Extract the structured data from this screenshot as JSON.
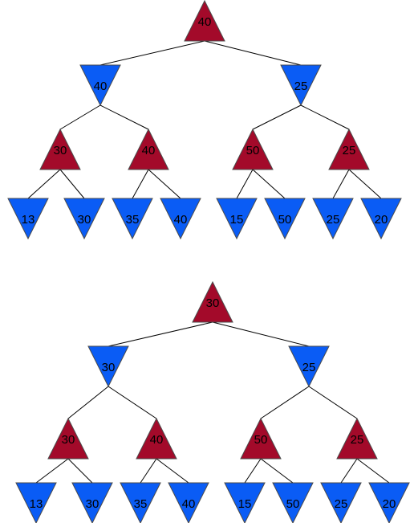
{
  "colors": {
    "max_node": "#a30a2a",
    "min_node": "#0a5cf5",
    "edge": "#000000"
  },
  "node_shapes": {
    "max": "triangle-up",
    "min": "triangle-down"
  },
  "trees": [
    {
      "name": "tree-top",
      "root": {
        "type": "max",
        "label": "40",
        "children": [
          {
            "type": "min",
            "label": "40",
            "children": [
              {
                "type": "max",
                "label": "30",
                "children": [
                  {
                    "type": "min",
                    "label": "13"
                  },
                  {
                    "type": "min",
                    "label": "30"
                  }
                ]
              },
              {
                "type": "max",
                "label": "40",
                "children": [
                  {
                    "type": "min",
                    "label": "35"
                  },
                  {
                    "type": "min",
                    "label": "40"
                  }
                ]
              }
            ]
          },
          {
            "type": "min",
            "label": "25",
            "children": [
              {
                "type": "max",
                "label": "50",
                "children": [
                  {
                    "type": "min",
                    "label": "15"
                  },
                  {
                    "type": "min",
                    "label": "50"
                  }
                ]
              },
              {
                "type": "max",
                "label": "25",
                "children": [
                  {
                    "type": "min",
                    "label": "25"
                  },
                  {
                    "type": "min",
                    "label": "20"
                  }
                ]
              }
            ]
          }
        ]
      }
    },
    {
      "name": "tree-bottom",
      "root": {
        "type": "max",
        "label": "30",
        "children": [
          {
            "type": "min",
            "label": "30",
            "children": [
              {
                "type": "max",
                "label": "30",
                "children": [
                  {
                    "type": "min",
                    "label": "13"
                  },
                  {
                    "type": "min",
                    "label": "30"
                  }
                ]
              },
              {
                "type": "max",
                "label": "40",
                "children": [
                  {
                    "type": "min",
                    "label": "35"
                  },
                  {
                    "type": "min",
                    "label": "40"
                  }
                ]
              }
            ]
          },
          {
            "type": "min",
            "label": "25",
            "children": [
              {
                "type": "max",
                "label": "50",
                "children": [
                  {
                    "type": "min",
                    "label": "15"
                  },
                  {
                    "type": "min",
                    "label": "50"
                  }
                ]
              },
              {
                "type": "max",
                "label": "25",
                "children": [
                  {
                    "type": "min",
                    "label": "25"
                  },
                  {
                    "type": "min",
                    "label": "20"
                  }
                ]
              }
            ]
          }
        ]
      }
    }
  ]
}
